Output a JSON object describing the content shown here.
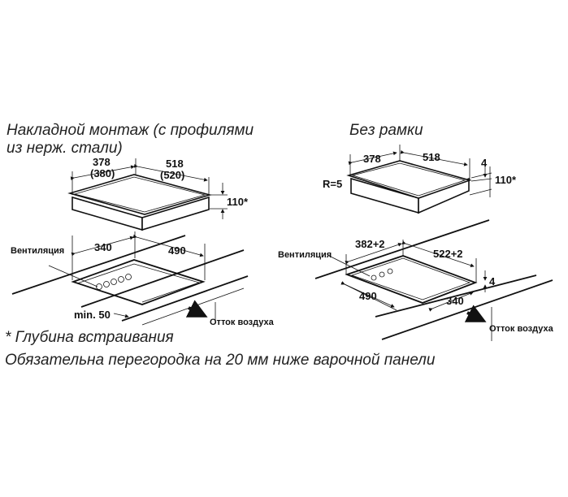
{
  "left": {
    "title_line1": "Накладной монтаж (с профилями",
    "title_line2": "из нерж. стали)",
    "dim_width": "378",
    "dim_width_alt": "(380)",
    "dim_depth": "518",
    "dim_depth_alt": "(520)",
    "dim_height": "110*",
    "cutout_width": "340",
    "cutout_depth": "490",
    "ventilation": "Вентиляция",
    "min_gap": "min. 50",
    "airflow": "Отток воздуха"
  },
  "right": {
    "title": "Без рамки",
    "dim_width": "378",
    "dim_depth": "518",
    "radius": "R=5",
    "dim_edge": "4",
    "dim_height": "110*",
    "cutout_width": "382+2",
    "cutout_depth": "522+2",
    "inner_depth": "490",
    "inner_width": "340",
    "rebate": "4",
    "ventilation": "Вентиляция",
    "airflow": "Отток воздуха"
  },
  "footnote": "* Глубина встраивания",
  "note": "Обязательна перегородка на 20 мм ниже варочной панели"
}
